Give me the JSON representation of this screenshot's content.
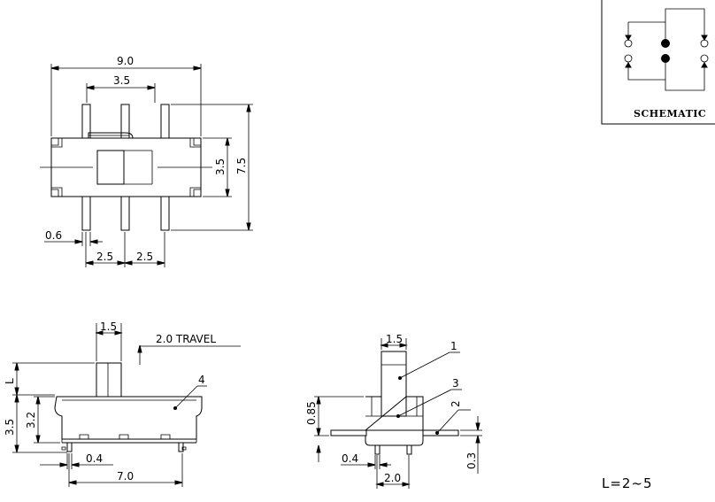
{
  "top_view": {
    "overall_width": "9.0",
    "pin_pitch_span": "3.5",
    "body_height": "3.5",
    "overall_height": "7.5",
    "pin_width": "0.6",
    "pin_spacing_left": "2.5",
    "pin_spacing_right": "2.5"
  },
  "side_view": {
    "actuator_width": "1.5",
    "travel": "2.0 TRAVEL",
    "lever_length": "L",
    "total_height": "3.5",
    "body_height": "3.2",
    "pin_width": "0.4",
    "body_length": "7.0",
    "callout_4": "4"
  },
  "end_view": {
    "actuator_width": "1.5",
    "tab_offset": "0.85",
    "pin_width": "0.4",
    "pin_spacing": "2.0",
    "tab_thickness": "0.3",
    "callout_1": "1",
    "callout_2": "2",
    "callout_3": "3"
  },
  "schematic": {
    "label": "SCHEMATIC"
  },
  "note": {
    "text": "L=2~5"
  }
}
